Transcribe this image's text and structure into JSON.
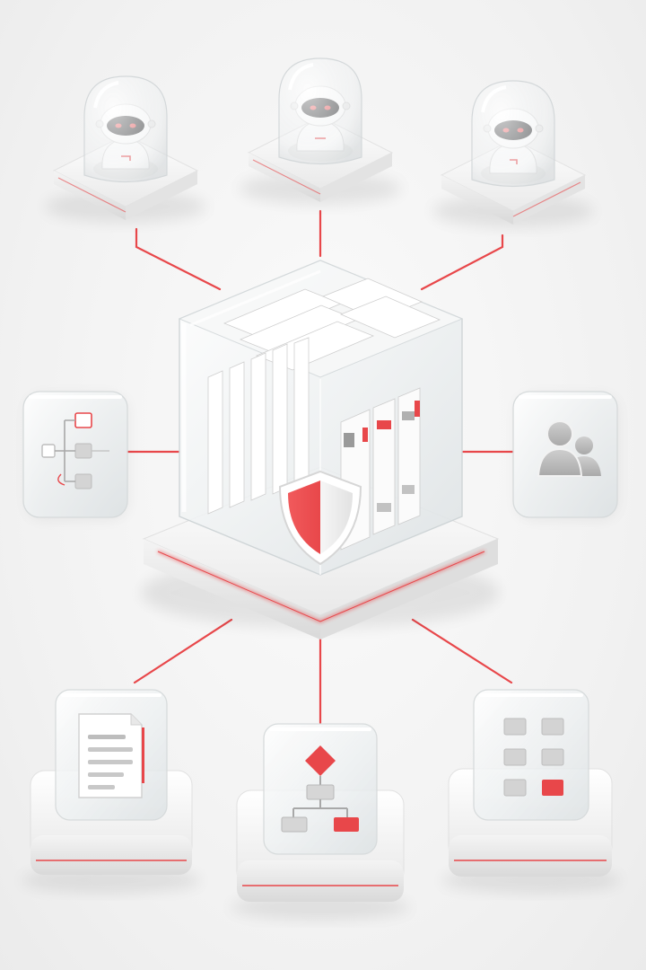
{
  "diagram": {
    "hub": {
      "name": "secure-data-cube",
      "icon": "shield-icon"
    },
    "accent_color": "#e8474a",
    "agents": [
      {
        "name": "robot-agent-left",
        "icon": "robot-icon"
      },
      {
        "name": "robot-agent-center",
        "icon": "robot-icon"
      },
      {
        "name": "robot-agent-right",
        "icon": "robot-icon"
      }
    ],
    "side_nodes": [
      {
        "name": "workflow-node",
        "icon": "flowchart-icon"
      },
      {
        "name": "users-node",
        "icon": "users-icon"
      }
    ],
    "bottom_nodes": [
      {
        "name": "document-node",
        "icon": "document-icon"
      },
      {
        "name": "hierarchy-node",
        "icon": "hierarchy-icon"
      },
      {
        "name": "grid-node",
        "icon": "grid-icon"
      }
    ]
  }
}
